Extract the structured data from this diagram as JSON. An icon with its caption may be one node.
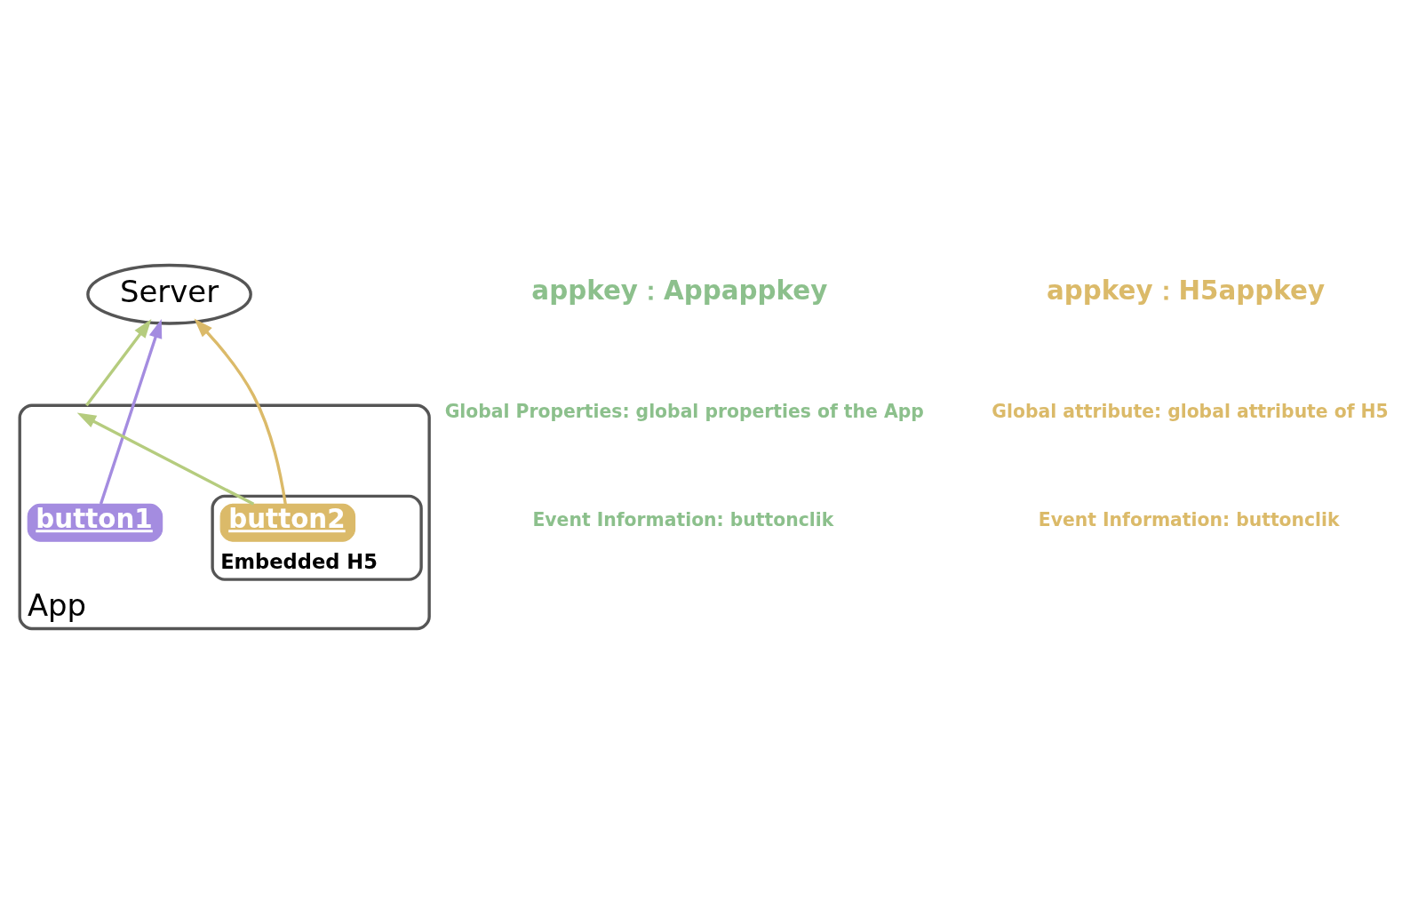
{
  "diagram": {
    "nodes": [
      {
        "text": [
          "Server"
        ]
      },
      {
        "text": [
          "App"
        ]
      },
      {
        "text": [
          "button1"
        ],
        "in": 1
      },
      {
        "text": [
          "Embedded H5"
        ],
        "in": 1
      },
      {
        "text": [
          "button2"
        ],
        "in": 3
      }
    ],
    "edges": [
      {
        "from": 1,
        "to": 0,
        "arrow": "to",
        "color": "#b5cc7e"
      },
      {
        "from": 2,
        "to": 0,
        "arrow": "to",
        "color": "#a48ce0"
      },
      {
        "from": 4,
        "to": 0,
        "arrow": "to",
        "color": "#dbba69"
      },
      {
        "from": 4,
        "to": 1,
        "arrow": "to",
        "color": "#b5cc7e"
      }
    ],
    "labels": [
      "appkey：Appappkey",
      "Global Properties: global properties of the App",
      "Event Information: buttonclik",
      "appkey：H5appkey",
      "Global attribute: global attribute of H5",
      "Event Information: buttonclik"
    ]
  }
}
